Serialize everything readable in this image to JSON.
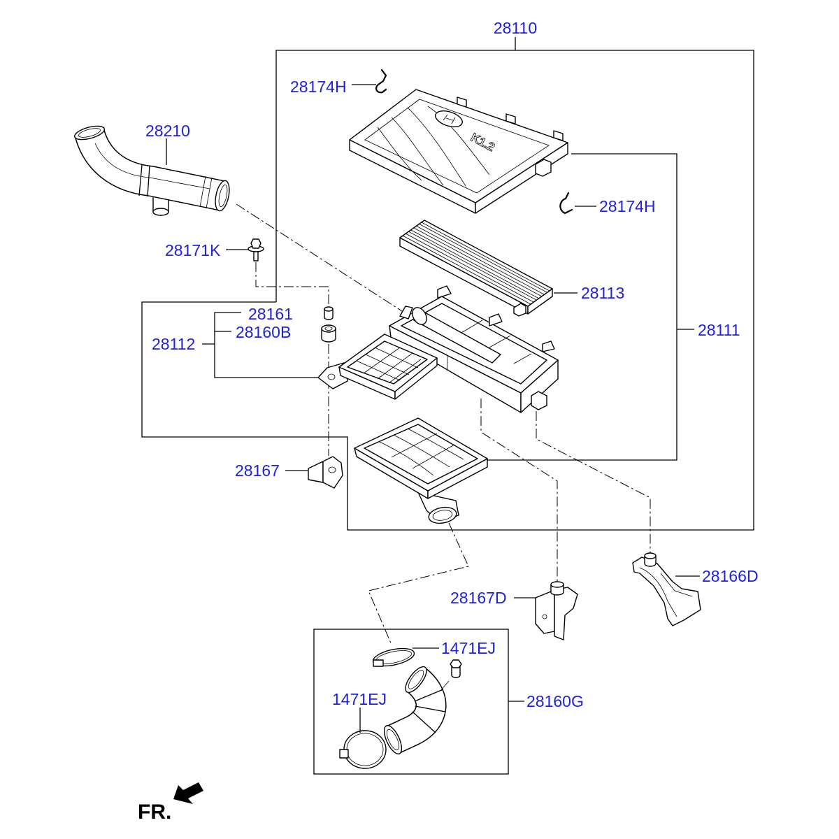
{
  "diagram": {
    "callouts": {
      "air_cleaner_assembly": "28110",
      "clip_upper": "28174H",
      "intake_duct": "28210",
      "bolt": "28171K",
      "spacer": "28161",
      "grommet": "28160B",
      "body_group": "28112",
      "filter_element": "28113",
      "cover_group": "28111",
      "clip_lower": "28174H",
      "bracket": "28167",
      "bracket_d": "28167D",
      "support_bracket": "28166D",
      "clamp_upper": "1471EJ",
      "clamp_lower": "1471EJ",
      "hose_assembly": "28160G"
    },
    "cover_marking": "K1.2",
    "front_marker": "FR."
  },
  "colors": {
    "callout": "#2020e0",
    "outline": "#000000",
    "background": "#ffffff"
  }
}
